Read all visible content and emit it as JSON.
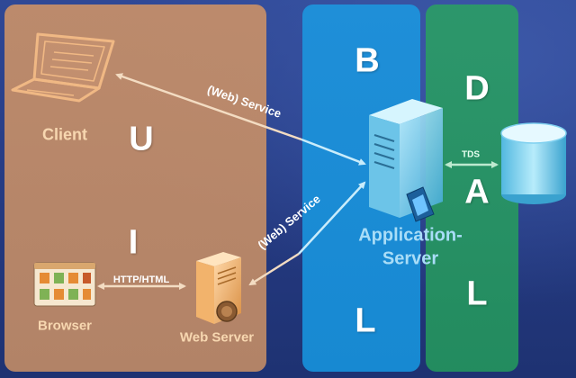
{
  "layers": {
    "ui": [
      "U",
      "I"
    ],
    "bl": [
      "B",
      "L"
    ],
    "dal": [
      "D",
      "A",
      "L"
    ]
  },
  "nodes": {
    "client": "Client",
    "browser": "Browser",
    "web_server": "Web Server",
    "app_server_line1": "Application-",
    "app_server_line2": "Server"
  },
  "connections": {
    "client_service": "(Web) Service",
    "webserver_service": "(Web) Service",
    "http": "HTTP/HTML",
    "tds": "TDS"
  },
  "colors": {
    "ui_panel": "#c89068",
    "bl_panel": "#1f8fd8",
    "dal_panel": "#2c9a68",
    "label_orange": "#f7d7b0",
    "label_blue": "#a9ddf7",
    "database": "#7fd0ef"
  }
}
